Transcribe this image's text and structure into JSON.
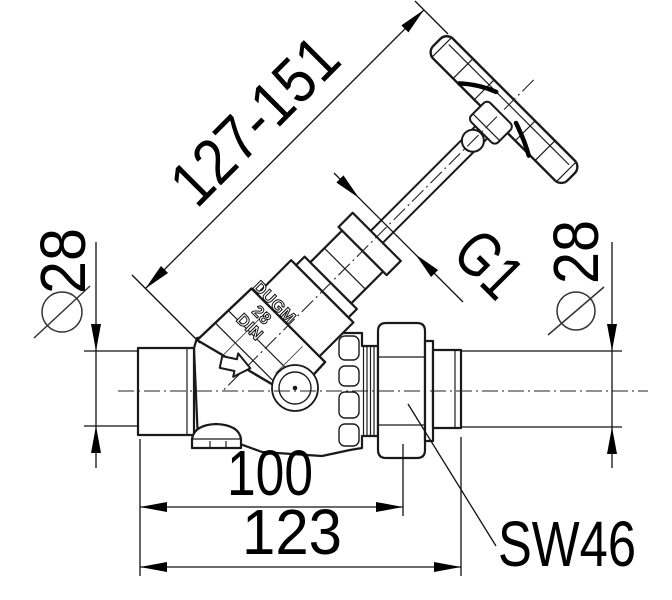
{
  "drawing": {
    "title": "Inclined-seat valve dimensional drawing",
    "background_color": "#ffffff",
    "line_color": "#1a1a1a"
  },
  "dimensions": {
    "height_range": "127-151",
    "thread_size": "G1",
    "left_pipe_diameter": "28",
    "right_pipe_diameter": "28",
    "length_to_union": "100",
    "overall_length": "123",
    "wrench_size": "SW46"
  },
  "body_markings": {
    "line1": "DUGM",
    "line2": "28",
    "line3": "DIN"
  }
}
